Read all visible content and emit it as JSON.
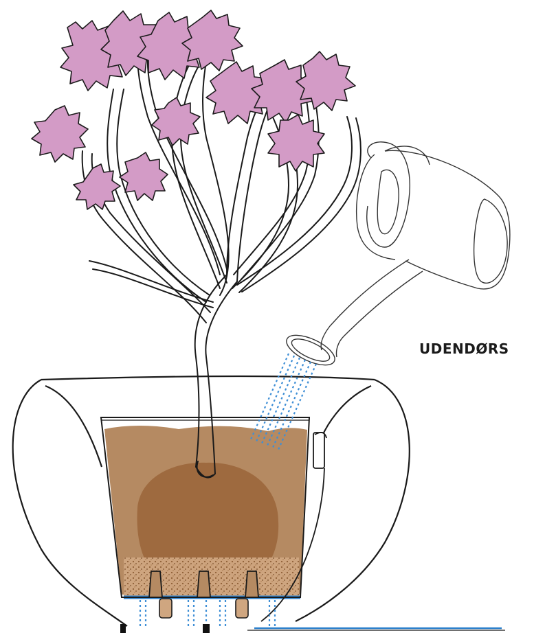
{
  "label": "UDENDØRS",
  "colors": {
    "flower": "#d39bc6",
    "outline": "#1a1a1a",
    "soil": "#b58a62",
    "rootball": "#9e6a3f",
    "gravel": "#cfa680",
    "water": "#3f8fd6",
    "water_line": "#2c80cc"
  },
  "icons": [
    "plant",
    "flower-cluster",
    "watering-can",
    "water-stream",
    "planter-pot",
    "inner-pot",
    "water-level-indicator",
    "water-reservoir"
  ]
}
